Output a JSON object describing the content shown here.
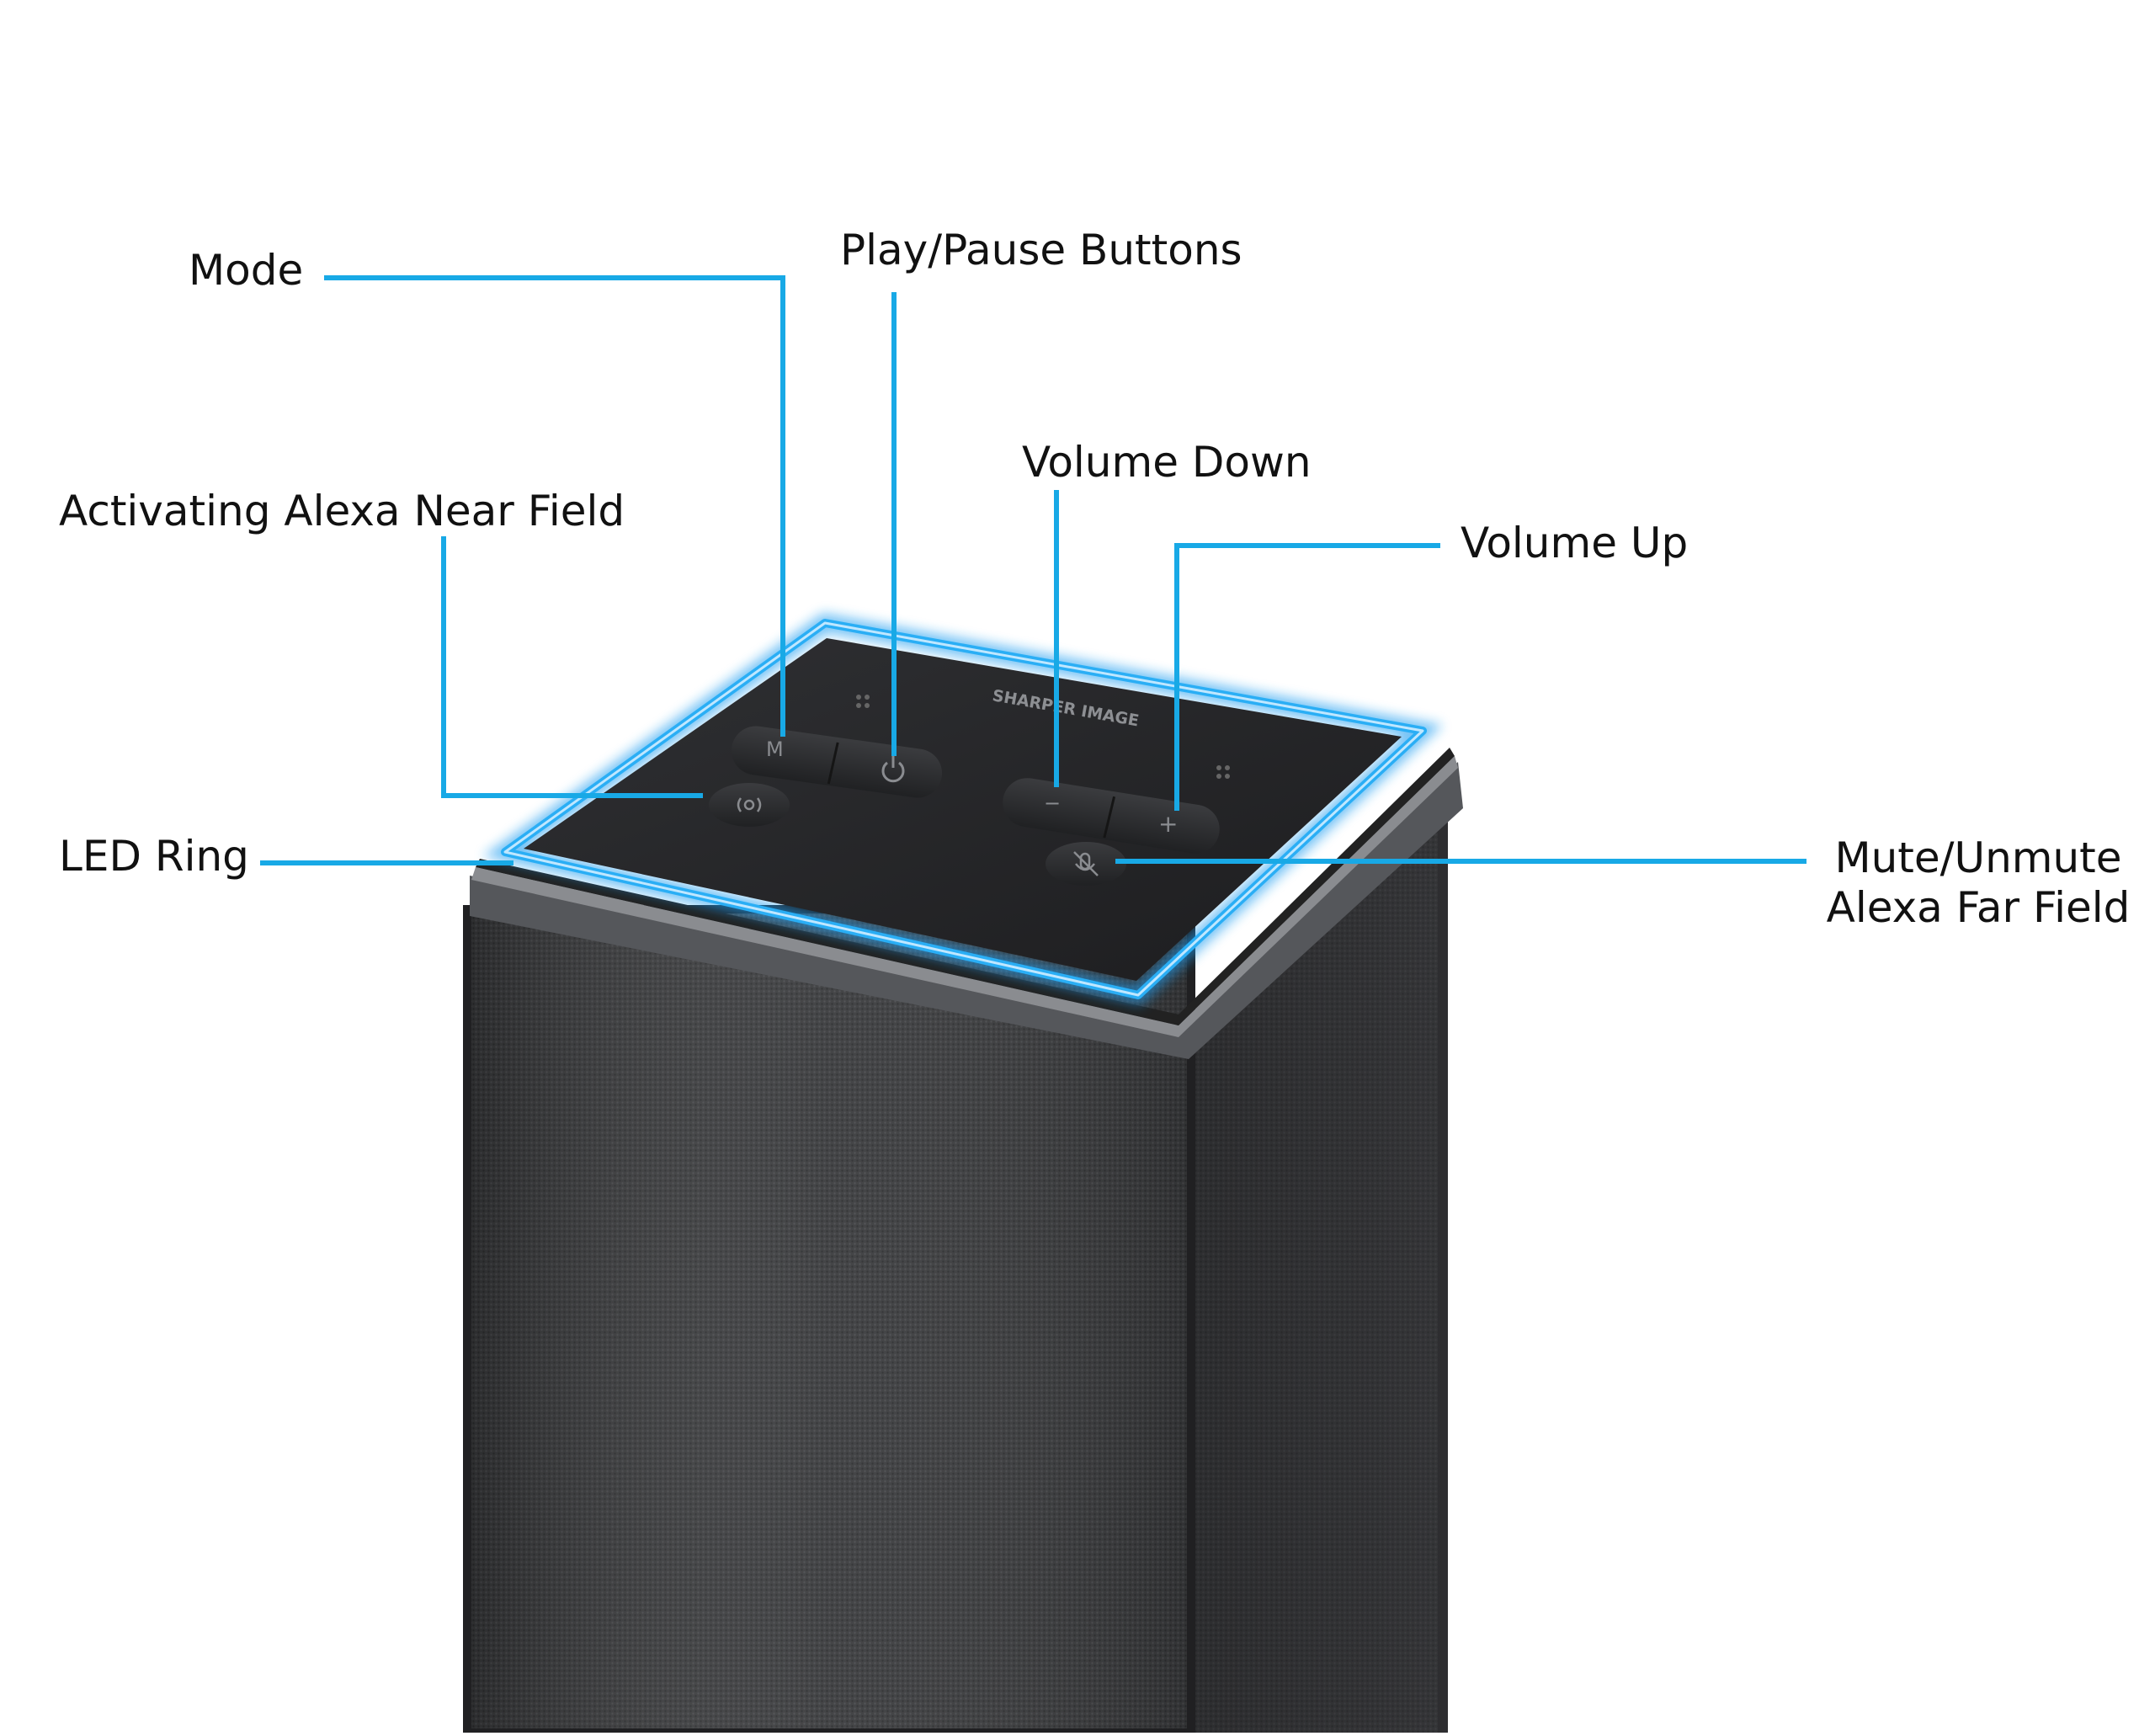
{
  "brand": "SHARPER IMAGE",
  "callouts": {
    "mode": "Mode",
    "play_pause": "Play/Pause Buttons",
    "volume_down": "Volume Down",
    "volume_up": "Volume Up",
    "alexa_near": "Activating Alexa Near Field",
    "led_ring": "LED Ring",
    "mute_line1": "Mute/Unmute",
    "mute_line2": "Alexa Far Field"
  },
  "buttons": {
    "mode_glyph": "M",
    "minus_glyph": "−",
    "plus_glyph": "+"
  },
  "colors": {
    "callout_line": "#18a9e6",
    "led_ring": "#1a9cf0",
    "speaker_body": "#2a2a2c"
  },
  "icons": {
    "play_pause": "power-icon",
    "alexa_near": "alexa-wave-icon",
    "mute": "mic-mute-icon"
  }
}
